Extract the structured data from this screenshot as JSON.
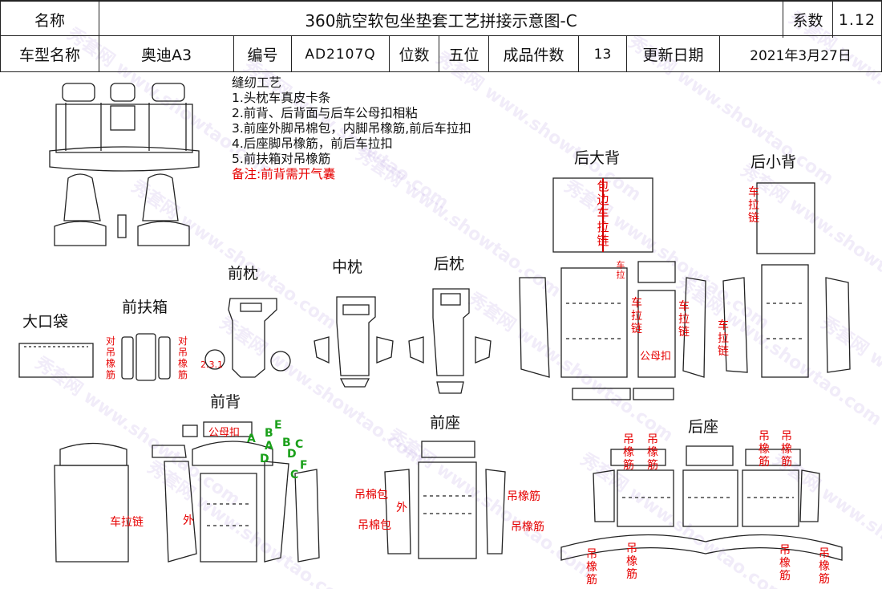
{
  "header": {
    "name_label": "名称",
    "title": "360航空软包坐垫套工艺拼接示意图-C",
    "coef_label": "系数",
    "coef_value": "1.12"
  },
  "info": {
    "model_label": "车型名称",
    "model_value": "奥迪A3",
    "code_label": "编号",
    "code_value": "AD2107Q",
    "seats_label": "位数",
    "seats_value": "五位",
    "pieces_label": "成品件数",
    "pieces_value": "13",
    "date_label": "更新日期",
    "date_value": "2021年3月27日"
  },
  "notes": {
    "title": "缝纫工艺",
    "items": [
      "1.头枕车真皮卡条",
      "2.前背、后背面与后车公母扣相粘",
      "3.前座外脚吊棉包，内脚吊橡筋,前后车拉扣",
      "4.后座脚吊橡筋，前后车拉扣",
      "5.前扶箱对吊橡筋"
    ],
    "remark": "备注:前背需开气囊"
  },
  "sections": {
    "rear_big_back": "后大背",
    "rear_small_back": "后小背",
    "front_headrest": "前枕",
    "mid_headrest": "中枕",
    "rear_headrest": "后枕",
    "big_pocket": "大口袋",
    "front_armrest": "前扶箱",
    "front_back": "前背",
    "front_seat": "前座",
    "rear_seat": "后座"
  },
  "annotations": {
    "wrap_zipper": "包边车拉链",
    "zipper": "车拉链",
    "zipper_short": "车拉",
    "male_female_snap": "公母扣",
    "paired_elastic": "对吊橡筋",
    "elastic": "吊橡筋",
    "cotton_pack": "吊棉包",
    "outer": "外",
    "joint_letters": [
      "A",
      "B",
      "E",
      "A",
      "B",
      "C",
      "D",
      "D",
      "C",
      "F"
    ],
    "dim_mark": "2.3.1"
  },
  "watermark": "秀套网 www.showtao.com",
  "colors": {
    "annotation": "#e60000",
    "joint": "#1aa01a",
    "line": "#222222"
  }
}
